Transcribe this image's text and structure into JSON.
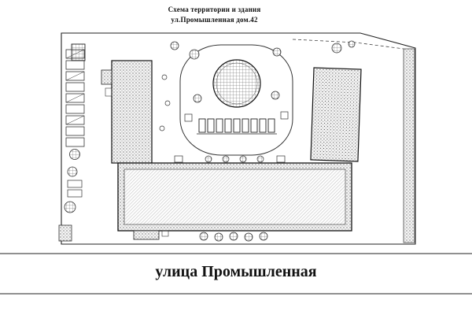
{
  "header": {
    "title_line1": "Схема территории и здания",
    "title_line2": "ул.Промышленная дом.42"
  },
  "street": {
    "label": "улица Промышленная"
  },
  "colors": {
    "ink": "#1a1a1a",
    "paper": "#ffffff",
    "hatch_gray": "#777777"
  }
}
